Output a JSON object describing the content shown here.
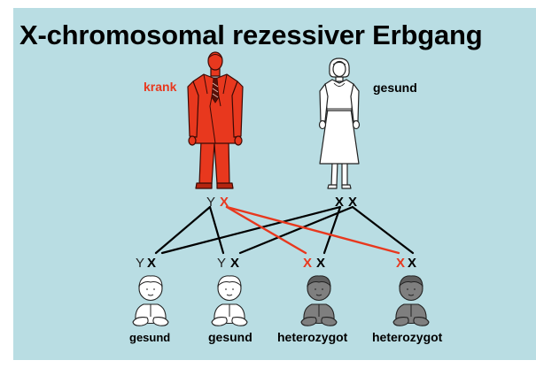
{
  "title": "X-chromosomal rezessiver Erbgang",
  "colors": {
    "background": "#b9dde3",
    "affected": "#e8381e",
    "carrier": "#7f7f7f",
    "healthy": "#ffffff",
    "line_normal": "#000000",
    "line_affected": "#e8381e"
  },
  "parents": {
    "father": {
      "status_label": "krank",
      "chromosome_1": "Y",
      "chromosome_2": "X"
    },
    "mother": {
      "status_label": "gesund",
      "chromosome_1": "X",
      "chromosome_2": "X"
    }
  },
  "children": [
    {
      "chromosome_1": "Y",
      "chromosome_2": "X",
      "label": "gesund"
    },
    {
      "chromosome_1": "Y",
      "chromosome_2": "X",
      "label": "gesund"
    },
    {
      "chromosome_1": "X",
      "chromosome_2": "X",
      "label": "heterozygot"
    },
    {
      "chromosome_1": "X",
      "chromosome_2": "X",
      "label": "heterozygot"
    }
  ]
}
